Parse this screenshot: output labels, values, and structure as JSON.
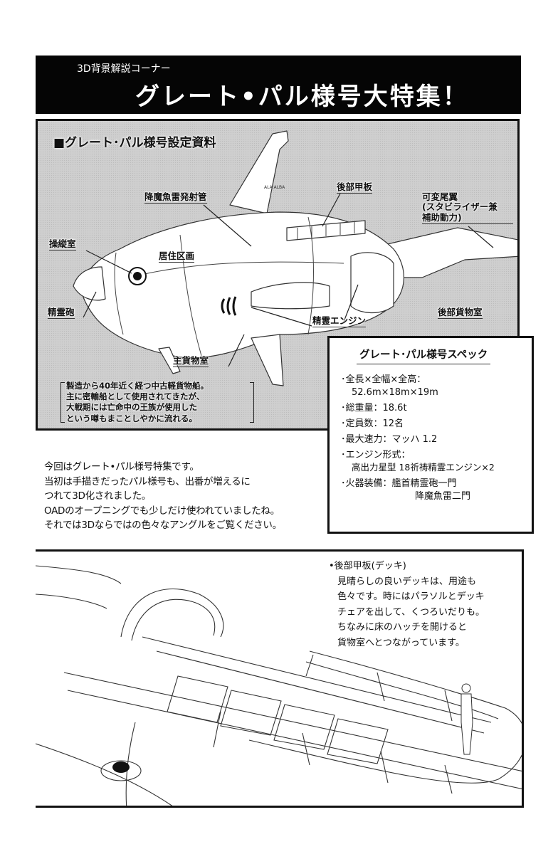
{
  "banner": {
    "kicker": "3D背景解説コーナー",
    "title": "グレート•パル様号大特集！"
  },
  "settings_panel": {
    "title": "■グレート･パル様号設定資料",
    "tail_emblem_text": "ALA ALBA",
    "callouts": {
      "torpedo_tube": "降魔魚雷発射管",
      "rear_deck": "後部甲板",
      "variable_tail": "可変尾翼\n(スタビライザー兼\n補助動力)",
      "cockpit": "操縦室",
      "living_quarters": "居住区画",
      "spirit_cannon": "精霊砲",
      "spirit_engine": "精霊エンジン",
      "rear_cargo": "後部貨物室",
      "main_cargo": "主貨物室"
    },
    "note_lines": [
      "製造から40年近く経つ中古軽貨物船。",
      "主に密輸船として使用されてきたが、",
      "大戦期には亡命中の王族が使用した",
      "という噂もまことしやかに流れる。"
    ]
  },
  "spec_box": {
    "title": "グレート･パル様号スペック",
    "items": [
      {
        "label": "･全長×全幅×全高：",
        "value": "52.6m×18m×19m"
      },
      {
        "label": "･総重量：18.6t"
      },
      {
        "label": "･定員数：12名"
      },
      {
        "label": "･最大速力：マッハ 1.2"
      },
      {
        "label": "･エンジン形式：",
        "value": "高出力星型 18祈祷精霊エンジン×2"
      },
      {
        "label": "･火器装備：艦首精霊砲一門",
        "value2": "降魔魚雷二門"
      }
    ]
  },
  "intro_lines": [
    "今回はグレート•パル様号特集です。",
    "当初は手描きだったパル様号も、出番が増えるに",
    "つれて3D化されました。",
    "OADのオープニングでも少しだけ使われていましたね。",
    "それでは3Dならではの色々なアングルをご覧ください。"
  ],
  "deck_panel": {
    "heading": "•後部甲板(デッキ)",
    "body_lines": [
      "見晴らしの良いデッキは、用途も",
      "色々です。時にはパラソルとデッキ",
      "チェアを出して、くつろいだりも。",
      "ちなみに床のハッチを開けると",
      "貨物室へとつながっています。"
    ]
  }
}
